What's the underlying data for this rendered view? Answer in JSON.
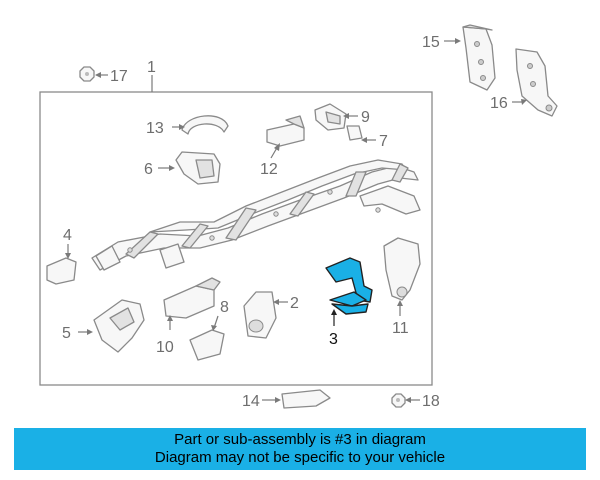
{
  "callouts": {
    "c1": "1",
    "c2": "2",
    "c3": "3",
    "c4": "4",
    "c5": "5",
    "c6": "6",
    "c7": "7",
    "c8": "8",
    "c9": "9",
    "c10": "10",
    "c11": "11",
    "c12": "12",
    "c13": "13",
    "c14": "14",
    "c15": "15",
    "c16": "16",
    "c17": "17",
    "c18": "18"
  },
  "highlight_part": "3",
  "banner": {
    "line1": "Part or sub-assembly is #3 in diagram",
    "line2": "Diagram may not be specific to your vehicle"
  },
  "colors": {
    "highlight": "#1ab0e6",
    "line": "#8a8a8a"
  }
}
